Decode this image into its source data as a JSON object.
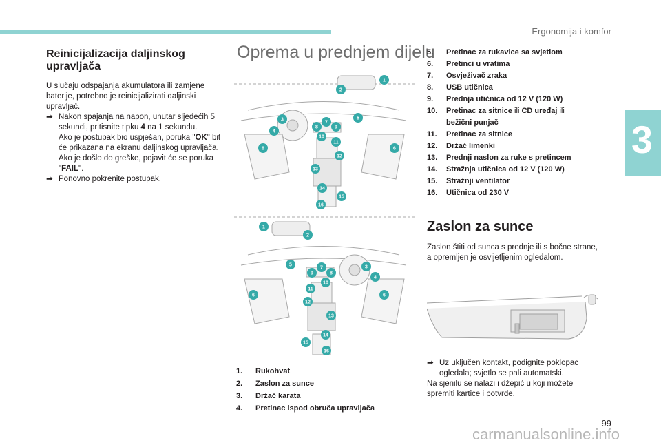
{
  "header": {
    "section_title": "Ergonomija i komfor",
    "chapter_number": "3",
    "page_number": "99",
    "watermark": "carmanualsonline.info",
    "accent_color": "#8fd3d2"
  },
  "left": {
    "title": "Reinicijalizacija daljinskog upravljača",
    "intro": "U slučaju odspajanja akumulatora ili zamjene baterije, potrebno je reinicijalizirati daljinski upravljač.",
    "bullet_marker": "",
    "step1_a": "Nakon spajanja na napon, unutar sljedećih 5 sekundi, pritisnite tipku ",
    "step1_key": "4",
    "step1_b": " na 1 sekundu.",
    "ok_a": "Ako je postupak bio uspješan, poruka \"",
    "ok_word": "OK",
    "ok_b": "\" bit će prikazana na ekranu daljinskog upravljača.",
    "fail_a": "Ako je došlo do greške, pojavit će se poruka \"",
    "fail_word": "FAIL",
    "fail_b": "\".",
    "step2": "Ponovno pokrenite postupak."
  },
  "middle": {
    "title": "Oprema u prednjem dijelu",
    "diagram_top_badges": [
      "1",
      "2",
      "3",
      "4",
      "5",
      "6",
      "6",
      "7",
      "8",
      "9",
      "10",
      "11",
      "12",
      "13",
      "14",
      "15",
      "16"
    ],
    "diagram_bottom_badges": [
      "1",
      "2",
      "3",
      "4",
      "5",
      "6",
      "6",
      "7",
      "8",
      "9",
      "10",
      "11",
      "12",
      "13",
      "14",
      "15",
      "16"
    ],
    "items": [
      {
        "n": "1.",
        "t": "Rukohvat"
      },
      {
        "n": "2.",
        "t": "Zaslon za sunce"
      },
      {
        "n": "3.",
        "t": "Držač karata"
      },
      {
        "n": "4.",
        "t": "Pretinac ispod obruča upravljača"
      }
    ]
  },
  "right": {
    "items": [
      {
        "n": "5.",
        "t": "Pretinac za rukavice sa svjetlom"
      },
      {
        "n": "6.",
        "t": "Pretinci u vratima"
      },
      {
        "n": "7.",
        "t": "Osvježivač zraka"
      },
      {
        "n": "8.",
        "t": "USB utičnica"
      },
      {
        "n": "9.",
        "t": "Prednja utičnica od 12 V (120 W)"
      },
      {
        "n": "10.",
        "t": "Pretinac za sitnice",
        "t2": " ili ",
        "t3": "CD uređaj",
        "t4": " ili",
        "t5": "bežični punjač"
      },
      {
        "n": "11.",
        "t": "Pretinac za sitnice"
      },
      {
        "n": "12.",
        "t": "Držač limenki"
      },
      {
        "n": "13.",
        "t": "Prednji naslon za ruke s pretincem"
      },
      {
        "n": "14.",
        "t": "Stražnja utičnica od 12 V (120 W)"
      },
      {
        "n": "15.",
        "t": "Stražnji ventilator"
      },
      {
        "n": "16.",
        "t": "Utičnica od 230 V"
      }
    ],
    "visor_title": "Zaslon za sunce",
    "visor_text": "Zaslon štiti od sunca s prednje ili s bočne strane, a opremljen je osvijetljenim ogledalom.",
    "visor_bullet": "Uz uključen kontakt, podignite poklopac ogledala; svjetlo se pali automatski.",
    "visor_note": "Na sjenilu se nalazi i džepić u koji možete spremiti kartice i potvrde."
  }
}
